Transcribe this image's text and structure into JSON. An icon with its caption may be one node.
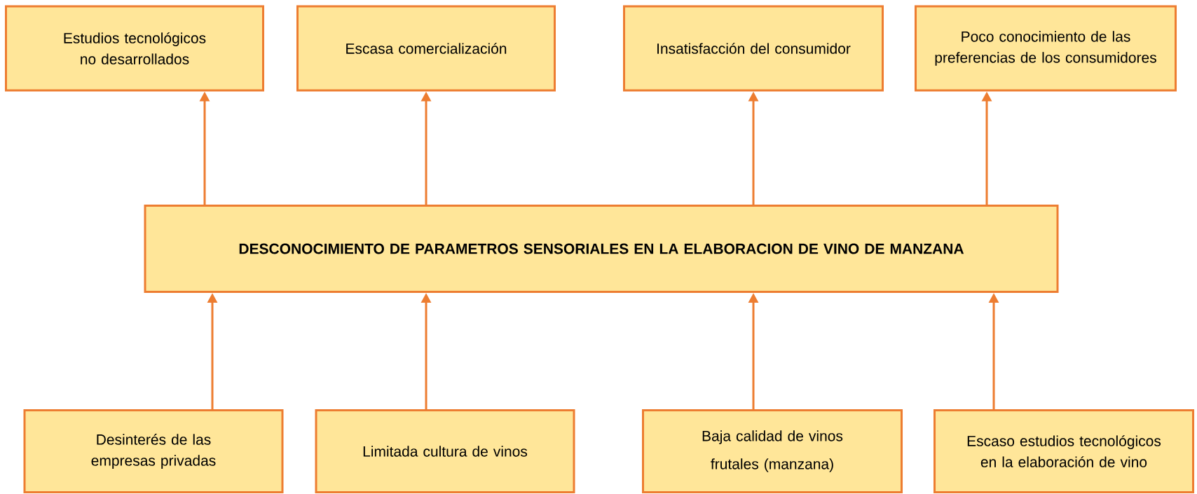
{
  "diagram": {
    "nodes": [
      {
        "text": [
          "Estudios tecnológicos no desarrollados"
        ]
      },
      {
        "text": [
          "Escasa comercialización"
        ]
      },
      {
        "text": [
          "Insatisfacción del consumidor"
        ]
      },
      {
        "text": [
          "Poco conocimiento de las preferencias de los consumidores"
        ]
      },
      {
        "text": [
          "DESCONOCIMIENTO DE PARAMETROS SENSORIALES EN LA ELABORACION DE VINO DE MANZANA"
        ]
      },
      {
        "text": [
          "Desinterés de las empresas privadas"
        ]
      },
      {
        "text": [
          "Limitada cultura de vinos"
        ]
      },
      {
        "text": [
          "Baja calidad de vinos frutales (manzana)"
        ]
      },
      {
        "text": [
          "Escaso estudios tecnológicos en la elaboración de vino"
        ]
      }
    ],
    "edges": [
      {
        "from": 4,
        "to": 0,
        "arrow": "to"
      },
      {
        "from": 4,
        "to": 1,
        "arrow": "to"
      },
      {
        "from": 4,
        "to": 2,
        "arrow": "to"
      },
      {
        "from": 4,
        "to": 3,
        "arrow": "to"
      },
      {
        "from": 5,
        "to": 4,
        "arrow": "to"
      },
      {
        "from": 6,
        "to": 4,
        "arrow": "to"
      },
      {
        "from": 7,
        "to": 4,
        "arrow": "to"
      },
      {
        "from": 8,
        "to": 4,
        "arrow": "to"
      }
    ]
  }
}
